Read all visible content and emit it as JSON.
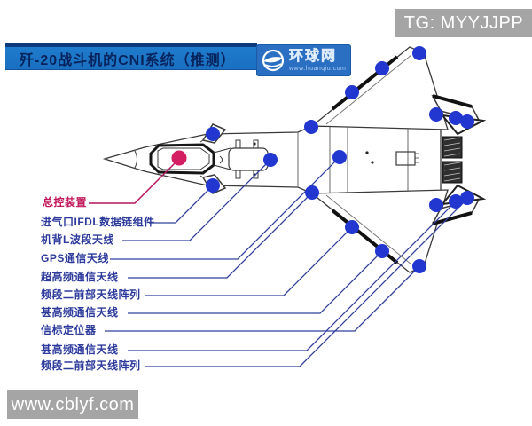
{
  "header": {
    "title": "歼-20战斗机的CNI系统（推测）",
    "logo": {
      "name": "环球网",
      "url_text": "www.huanqiu.com",
      "icon": "globe-swoosh-icon"
    }
  },
  "watermarks": {
    "top_right": "TG: MYYJJPP",
    "bottom_left": "www.cblyf.com"
  },
  "labels": [
    {
      "text": "总控装置",
      "color": "#c2175b"
    },
    {
      "text": "进气口IFDL数据链组件",
      "color": "#2c3a9c"
    },
    {
      "text": "机背L波段天线",
      "color": "#2c3a9c"
    },
    {
      "text": "GPS通信天线",
      "color": "#2c3a9c"
    },
    {
      "text": "超高频通信天线",
      "color": "#2c3a9c"
    },
    {
      "text": "频段二前部天线阵列",
      "color": "#2c3a9c"
    },
    {
      "text": "甚高频通信天线",
      "color": "#2c3a9c"
    },
    {
      "text": "信标定位器",
      "color": "#2c3a9c"
    },
    {
      "text": "甚高频通信天线",
      "color": "#2c3a9c"
    },
    {
      "text": "频段二前部天线阵列",
      "color": "#2c3a9c"
    }
  ],
  "colors": {
    "banner_blue": "#1d76c8",
    "banner_text": "#07235c",
    "marker_blue": "#2236d0",
    "marker_red": "#d41e64",
    "leader_blue": "#31409b",
    "leader_red": "#b2175c",
    "watermark_gray": "#a5a5a5"
  }
}
